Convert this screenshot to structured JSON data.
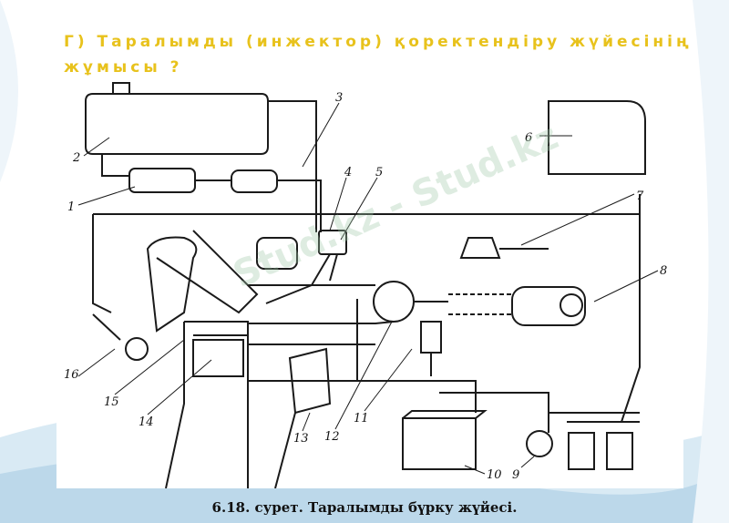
{
  "slide": {
    "title": "Г)  Таралымды (инжектор) қоректендіру жүйесінің жұмысы ?",
    "caption": "6.18. сурет. Таралымды бүрку жүйесі.",
    "watermark": "Stud.kz - Stud.kz",
    "colors": {
      "title": "#e8c21c",
      "accent_wave": "#6fa8c8",
      "diagram_ink": "#1a1a1a"
    }
  },
  "diagram": {
    "part_numbers": [
      "1",
      "2",
      "3",
      "4",
      "5",
      "6",
      "7",
      "8",
      "9",
      "10",
      "11",
      "12",
      "13",
      "14",
      "15",
      "16"
    ]
  }
}
